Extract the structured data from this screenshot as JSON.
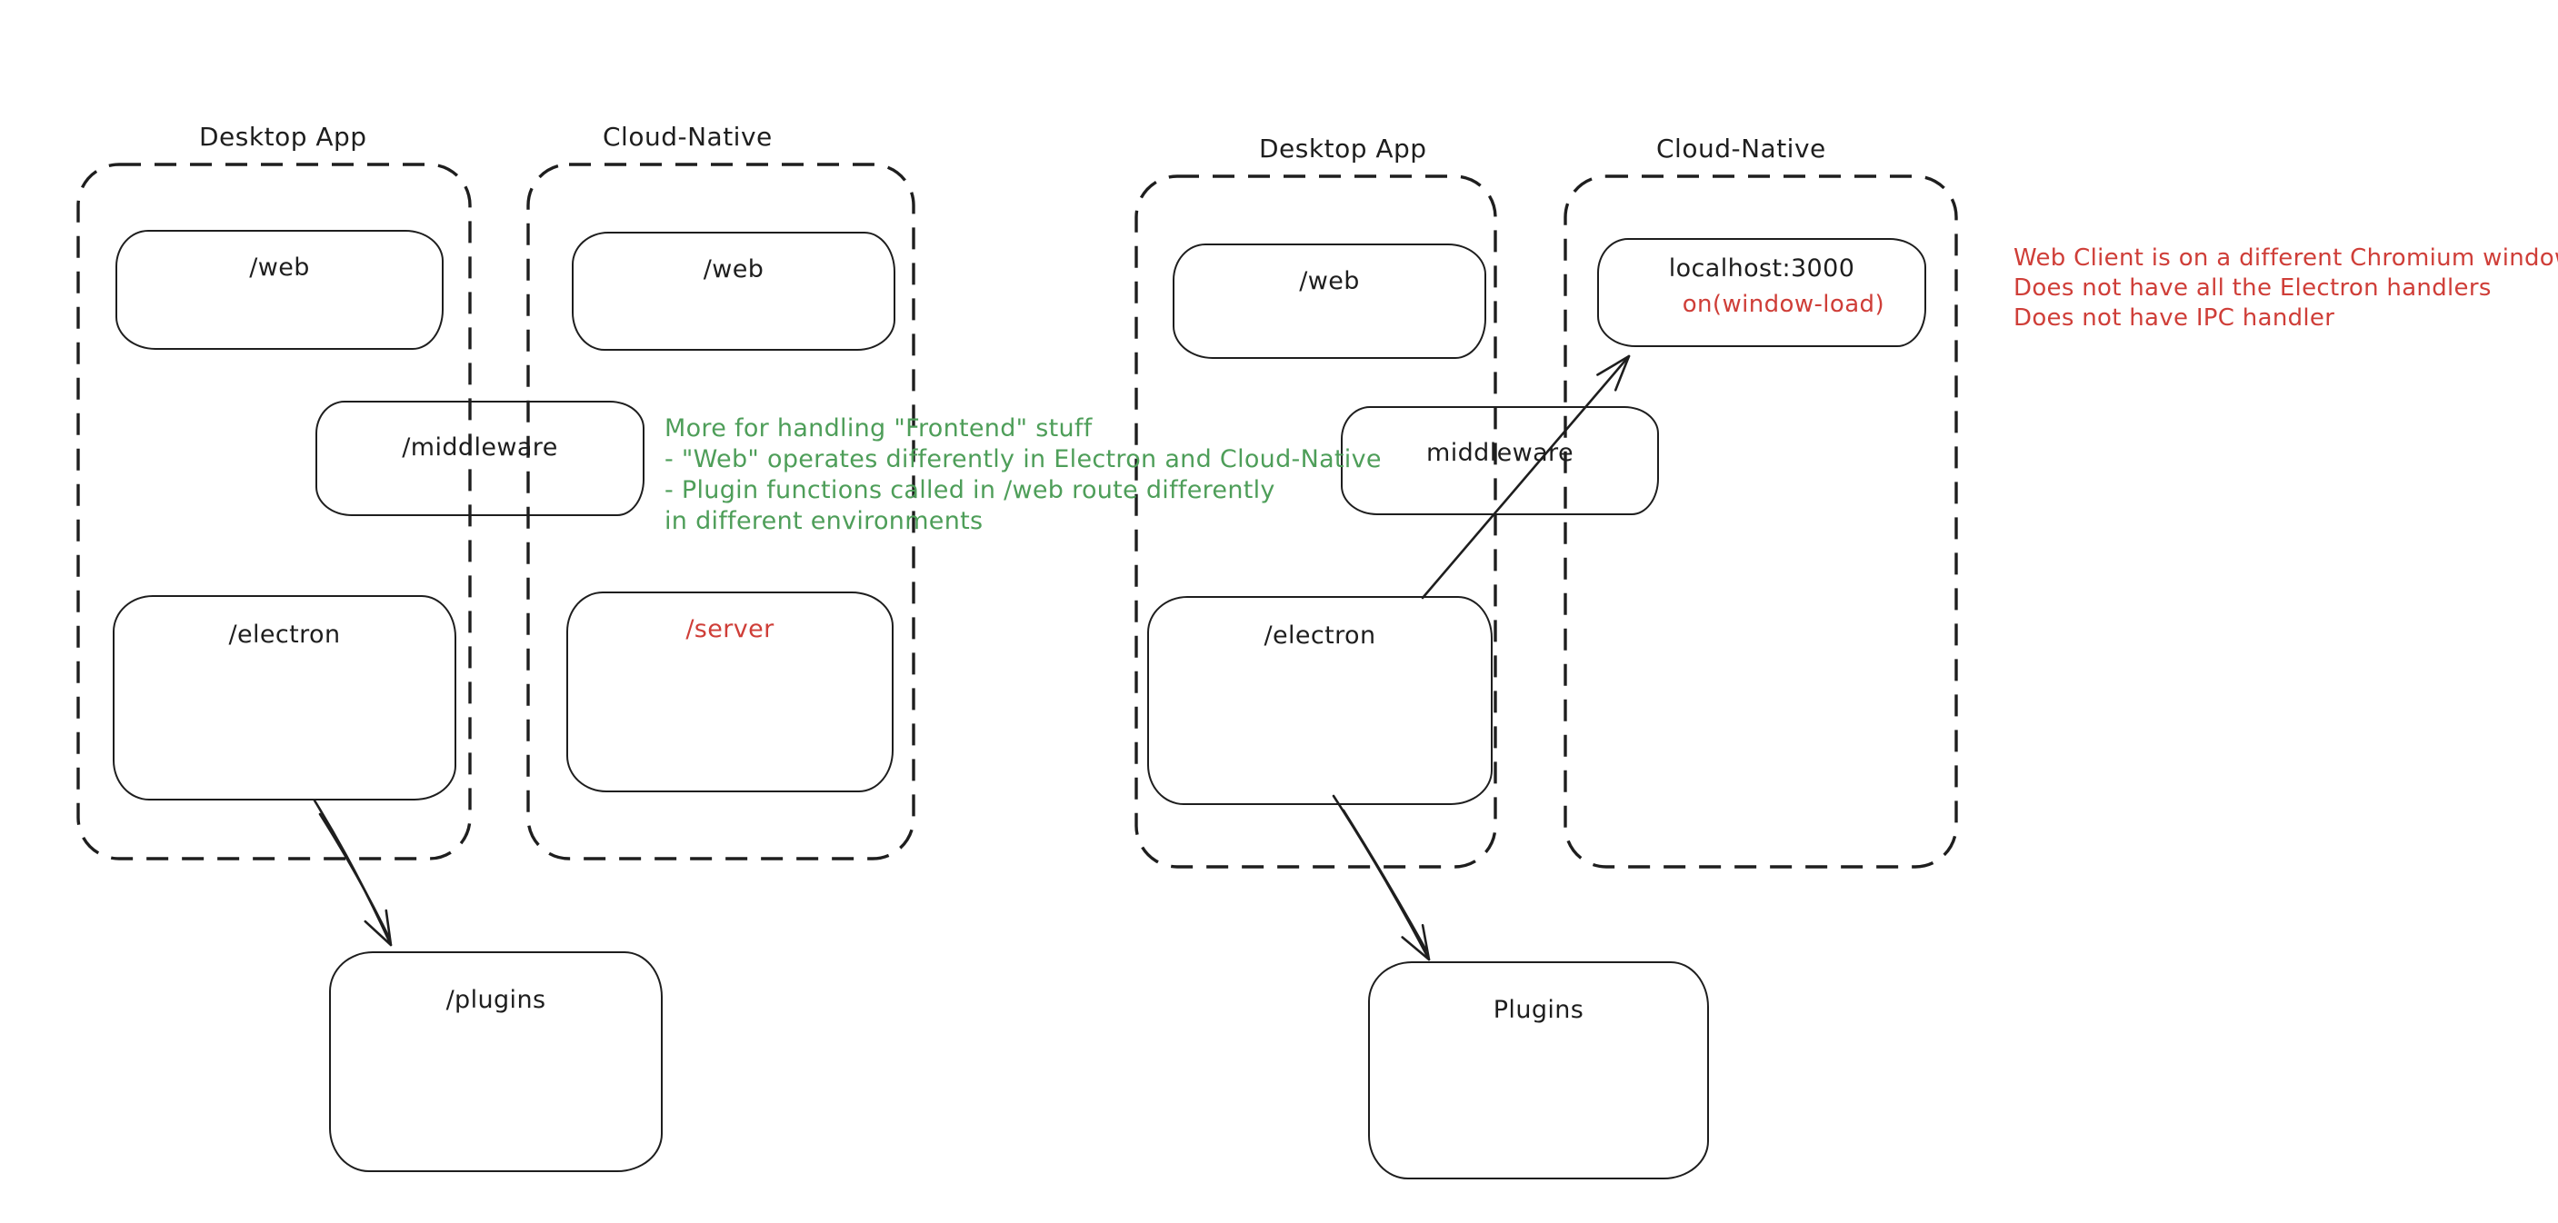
{
  "colors": {
    "ink": "#1e1e1e",
    "green": "#4e9e59",
    "red": "#cf3e38",
    "bg": "#ffffff"
  },
  "diagram1": {
    "desktop_label": "Desktop App",
    "cloud_label": "Cloud-Native",
    "web_desktop": "/web",
    "web_cloud": "/web",
    "middleware": "/middleware",
    "electron": "/electron",
    "server": "/server",
    "plugins": "/plugins"
  },
  "diagram2": {
    "desktop_label": "Desktop App",
    "cloud_label": "Cloud-Native",
    "web": "/web",
    "localhost": "localhost:3000",
    "window_load": "on(window-load)",
    "middleware": "middleware",
    "electron": "/electron",
    "plugins": "Plugins"
  },
  "notes": {
    "green_lines": [
      "More for handling \"Frontend\" stuff",
      "- \"Web\" operates differently in Electron and Cloud-Native",
      "- Plugin functions called in /web route differently",
      "in different environments"
    ],
    "red_lines": [
      "Web Client is on a different Chromium window",
      "Does not have all the Electron handlers",
      "Does not have IPC handler"
    ]
  }
}
